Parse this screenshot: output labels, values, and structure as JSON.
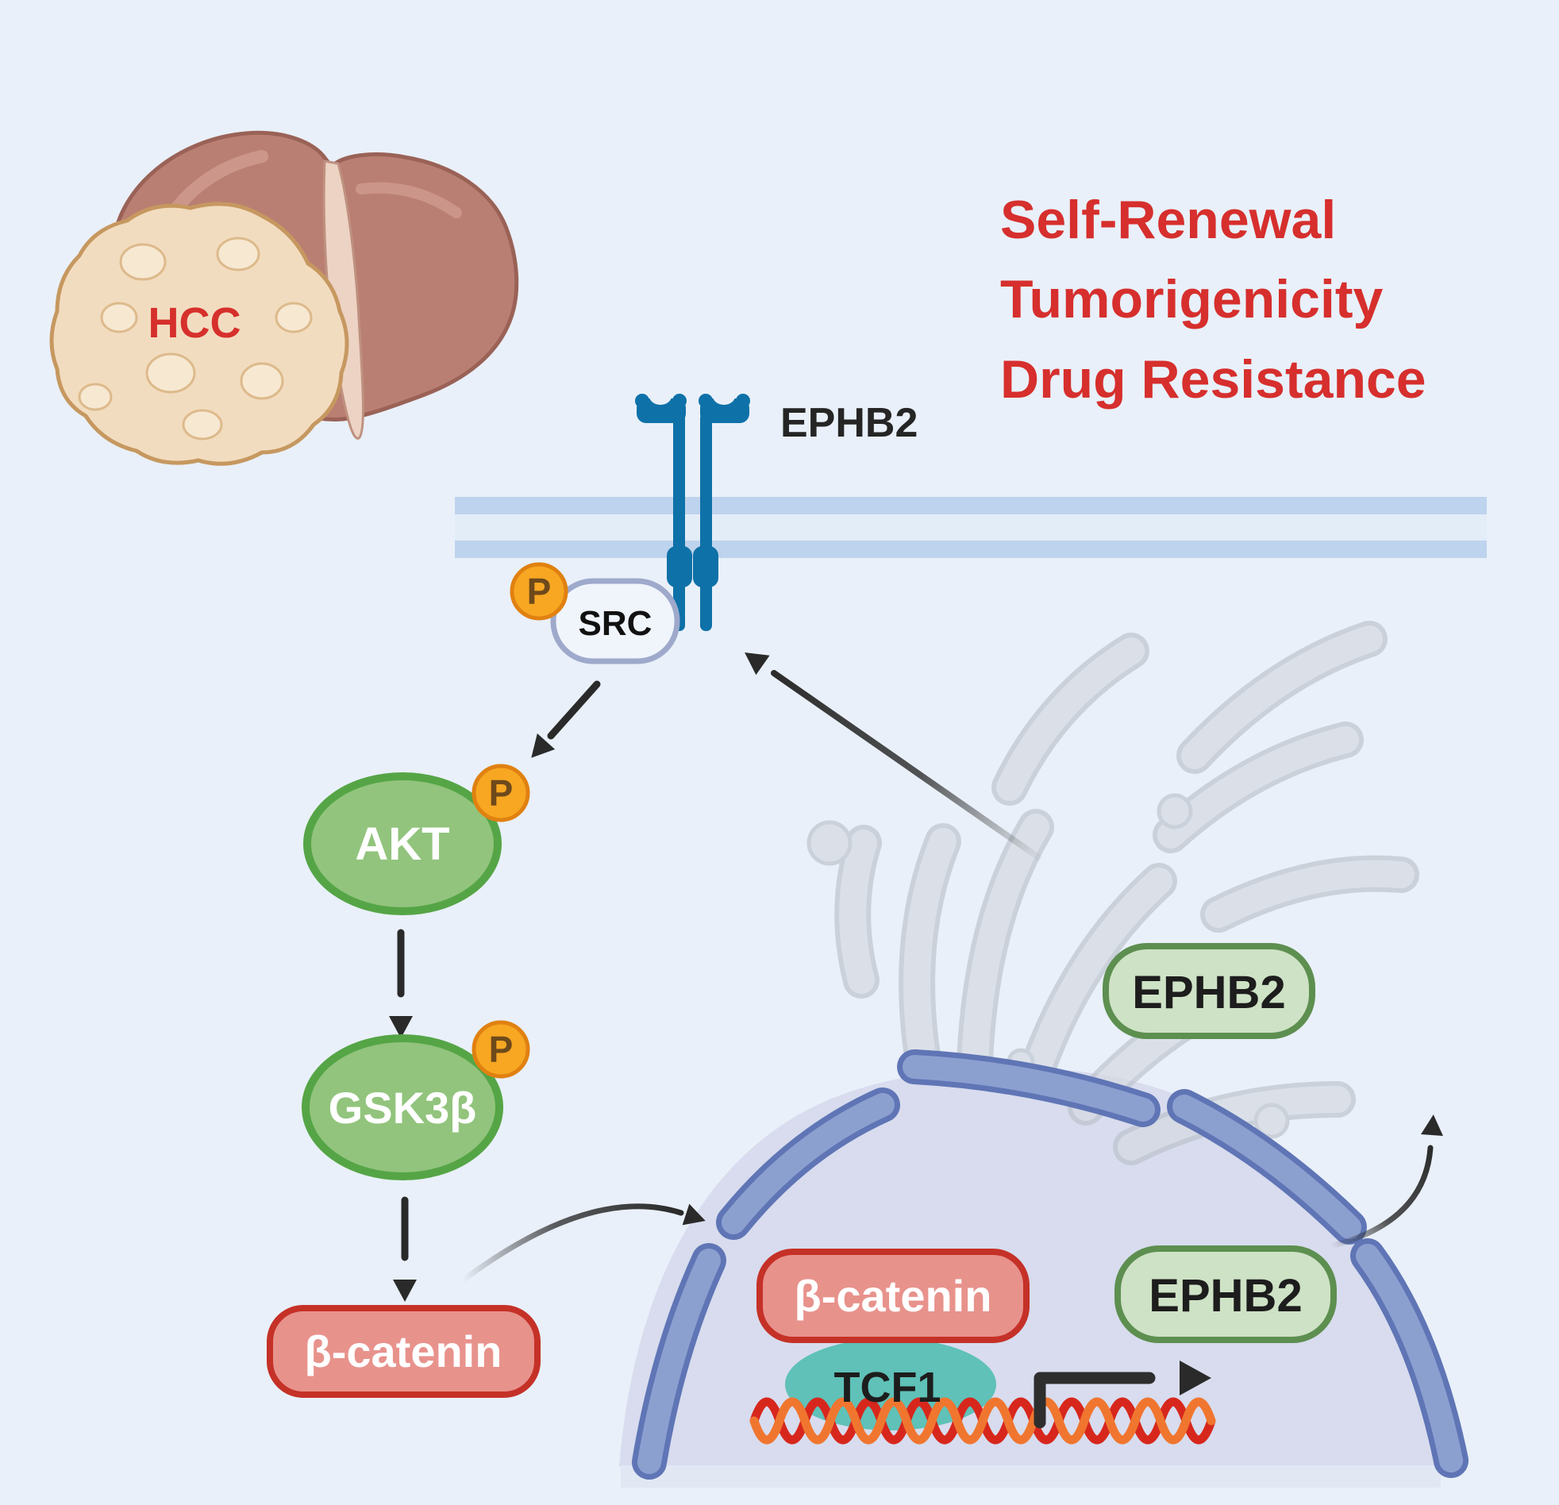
{
  "figure": {
    "type": "signaling-pathway-diagram",
    "context": "hepatocellular carcinoma EPHB2 signaling"
  },
  "liver": {
    "tumor_label": "HCC"
  },
  "outcomes": {
    "line1": "Self-Renewal",
    "line2": "Tumorigenicity",
    "line3": "Drug Resistance",
    "color": "#D62F2D"
  },
  "receptor": {
    "label": "EPHB2"
  },
  "src": {
    "label": "SRC",
    "phospho": "P"
  },
  "akt": {
    "label": "AKT",
    "phospho": "P"
  },
  "gsk3b": {
    "label": "GSK3β",
    "phospho": "P"
  },
  "beta_catenin_cytoplasm": {
    "label": "β-catenin"
  },
  "nucleus": {
    "beta_catenin": "β-catenin",
    "tcf1": "TCF1",
    "ephb2_gene": "EPHB2"
  },
  "golgi": {
    "ephb2_label": "EPHB2"
  },
  "colors": {
    "background": "#E9F0F9",
    "accent_red": "#D62F2D",
    "hcc_red": "#D6302C",
    "receptor_blue": "#0E71A8",
    "membrane_band": "#BED3ED",
    "membrane_gap": "#E3EDF8",
    "phospho_orange": "#F7A722",
    "phospho_border": "#E08110",
    "phospho_letter": "#6E491B",
    "kinase_green_fill": "#92C47D",
    "kinase_green_border": "#55A546",
    "catenin_fill": "#E8928C",
    "catenin_border": "#C53127",
    "tcf_teal": "#5FC1B8",
    "nucleus_fill": "#D8DCEE",
    "envelope_fill": "#8CA0D0",
    "envelope_border": "#5F75B5",
    "gene_box_fill": "#CEE2C5",
    "gene_box_border": "#5D8F50",
    "golgi_gray": "#D5D9E0",
    "dna_red": "#D7271D",
    "dna_orange": "#F0762F",
    "arrow_dark": "#2A2A2A",
    "liver_fill": "#BA7F73",
    "liver_border": "#9A6257",
    "tumor_fill": "#F2DCBF",
    "tumor_border": "#C69860",
    "src_border": "#9EA9CB"
  }
}
